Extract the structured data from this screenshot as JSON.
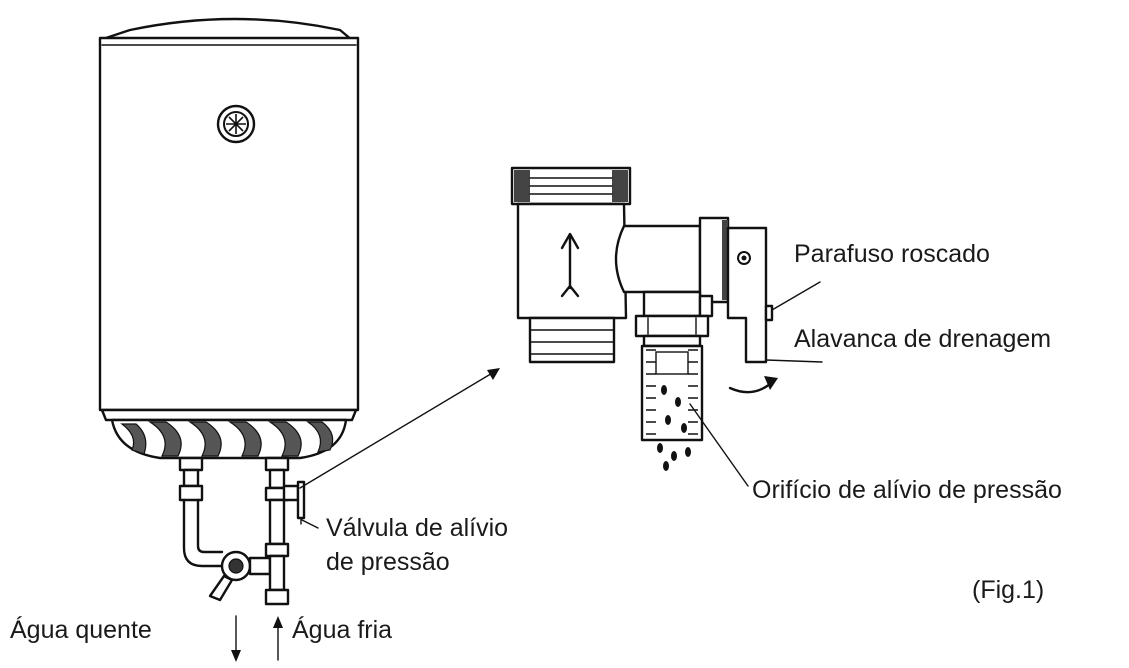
{
  "labels": {
    "threaded_screw": "Parafuso roscado",
    "drain_lever": "Alavanca de drenagem",
    "relief_hole": "Orifício de alívio de pressão",
    "relief_valve_line1": "Válvula de alívio",
    "relief_valve_line2": "de pressão",
    "hot_water": "Água quente",
    "cold_water": "Água fria",
    "figure_number": "(Fig.1)"
  }
}
